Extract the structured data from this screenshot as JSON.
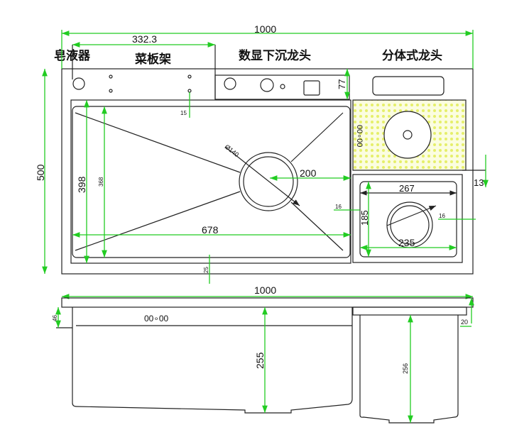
{
  "labels": {
    "soap_dispenser": "皂液器",
    "board_rack": "菜板架",
    "digital_faucet": "数显下沉龙头",
    "split_faucet": "分体式龙头"
  },
  "top_view": {
    "width_total": "1000",
    "rack_width": "332.3",
    "height_total": "500",
    "faucet_panel_depth": "77",
    "rim_15": "15",
    "main_outer_height": "398",
    "main_inner_height": "368",
    "drain_diameter": "Ø140",
    "drain_offset": "200",
    "main_width": "678",
    "front_rim": "25",
    "gap_16_left": "16",
    "small_width": "267",
    "small_height": "185",
    "small_inner_width": "235",
    "gap_16_right": "16",
    "step_13": "13",
    "display_glyph": "00∘00"
  },
  "side_view": {
    "width_total": "1000",
    "flange_46": "46",
    "main_depth": "255",
    "small_depth": "256",
    "flange_20": "20",
    "display_glyph": "00∘00"
  },
  "colors": {
    "dimension": "#22cc22",
    "outline": "#222222",
    "mesh": "#f3f7a0"
  }
}
